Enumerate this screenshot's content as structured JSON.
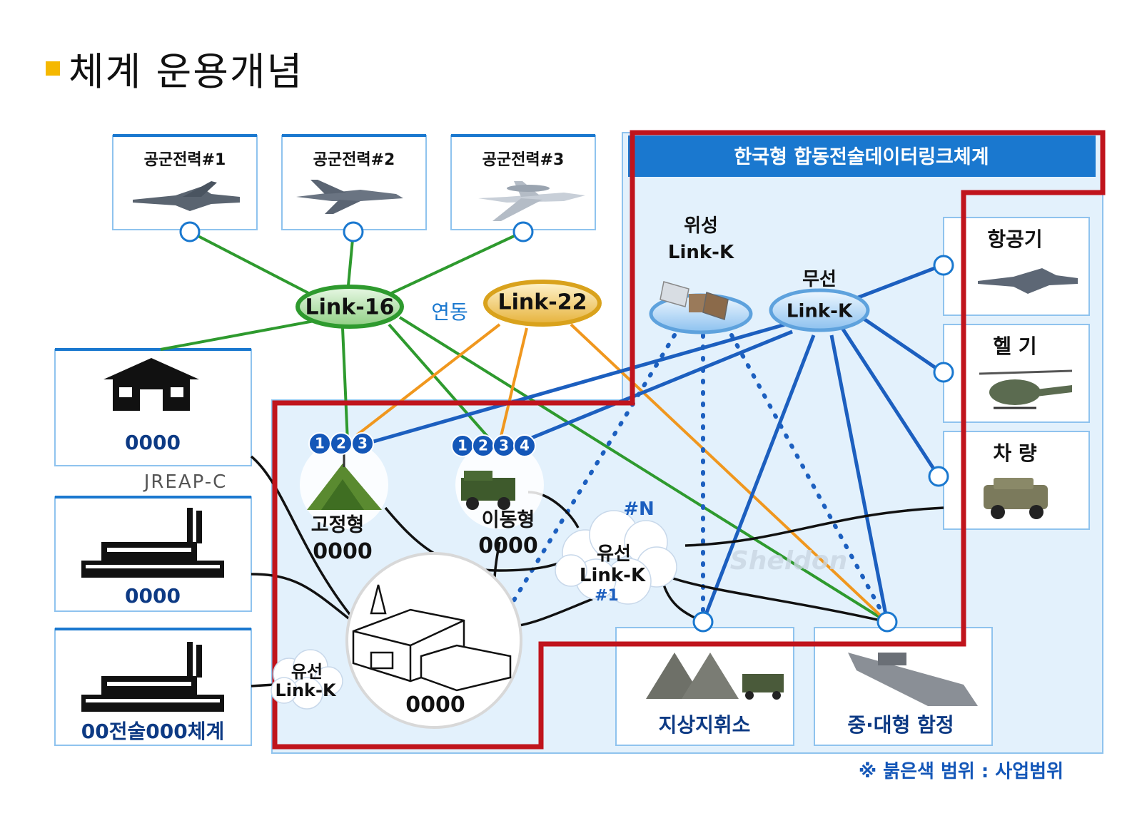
{
  "title": "체계 운용개념",
  "colors": {
    "red_scope": "#c0141c",
    "blue_header": "#1a78cf",
    "link16_green": "#2e9a2e",
    "link22_orange": "#f0971e",
    "linkk_blue": "#1c5fbf",
    "panel_bg": "#e3f1fc",
    "badge": "#1457b8",
    "title_bullet": "#f5b800"
  },
  "air_forces": [
    {
      "label": "공군전력#1",
      "icon": "fighter-jet-icon"
    },
    {
      "label": "공군전력#2",
      "icon": "fighter-jet-icon"
    },
    {
      "label": "공군전력#3",
      "icon": "awacs-aircraft-icon"
    }
  ],
  "links": {
    "link16": "Link-16",
    "link22": "Link-22",
    "yeondong": "연동",
    "sat_top": "위성",
    "sat_bottom": "Link-K",
    "radio_top": "무선",
    "radio_bottom": "Link-K",
    "wired_top": "유선",
    "wired_bottom": "Link-K",
    "wired_n": "#N",
    "wired_1": "#1",
    "wired2_top": "유선",
    "wired2_bottom": "Link-K"
  },
  "left_nodes": [
    {
      "label": "0000",
      "icon": "building-icon"
    },
    {
      "label": "0000",
      "icon": "factory-icon"
    },
    {
      "label": "00전술000체계",
      "icon": "factory-icon"
    }
  ],
  "jreap": "JREAP-C",
  "kjtds_header": "한국형 합동전술데이터링크체계",
  "fixed_site": {
    "line1": "고정형",
    "line2": "0000",
    "badges": [
      "1",
      "2",
      "3"
    ]
  },
  "mobile_site": {
    "line1": "이동형",
    "line2": "0000",
    "badges": [
      "1",
      "2",
      "3",
      "4"
    ]
  },
  "center_node": {
    "label": "0000"
  },
  "right_nodes": [
    {
      "label": "항공기",
      "icon": "fighter-jet-icon"
    },
    {
      "label": "헬 기",
      "icon": "helicopter-icon"
    },
    {
      "label": "차 량",
      "icon": "vehicle-icon"
    }
  ],
  "bottom_nodes": [
    {
      "label": "지상지휘소",
      "icon": "tent-icon"
    },
    {
      "label": "중·대형 함정",
      "icon": "warship-icon"
    }
  ],
  "note": "※ 붉은색 범위 : 사업범위",
  "watermark": "Sheldon"
}
